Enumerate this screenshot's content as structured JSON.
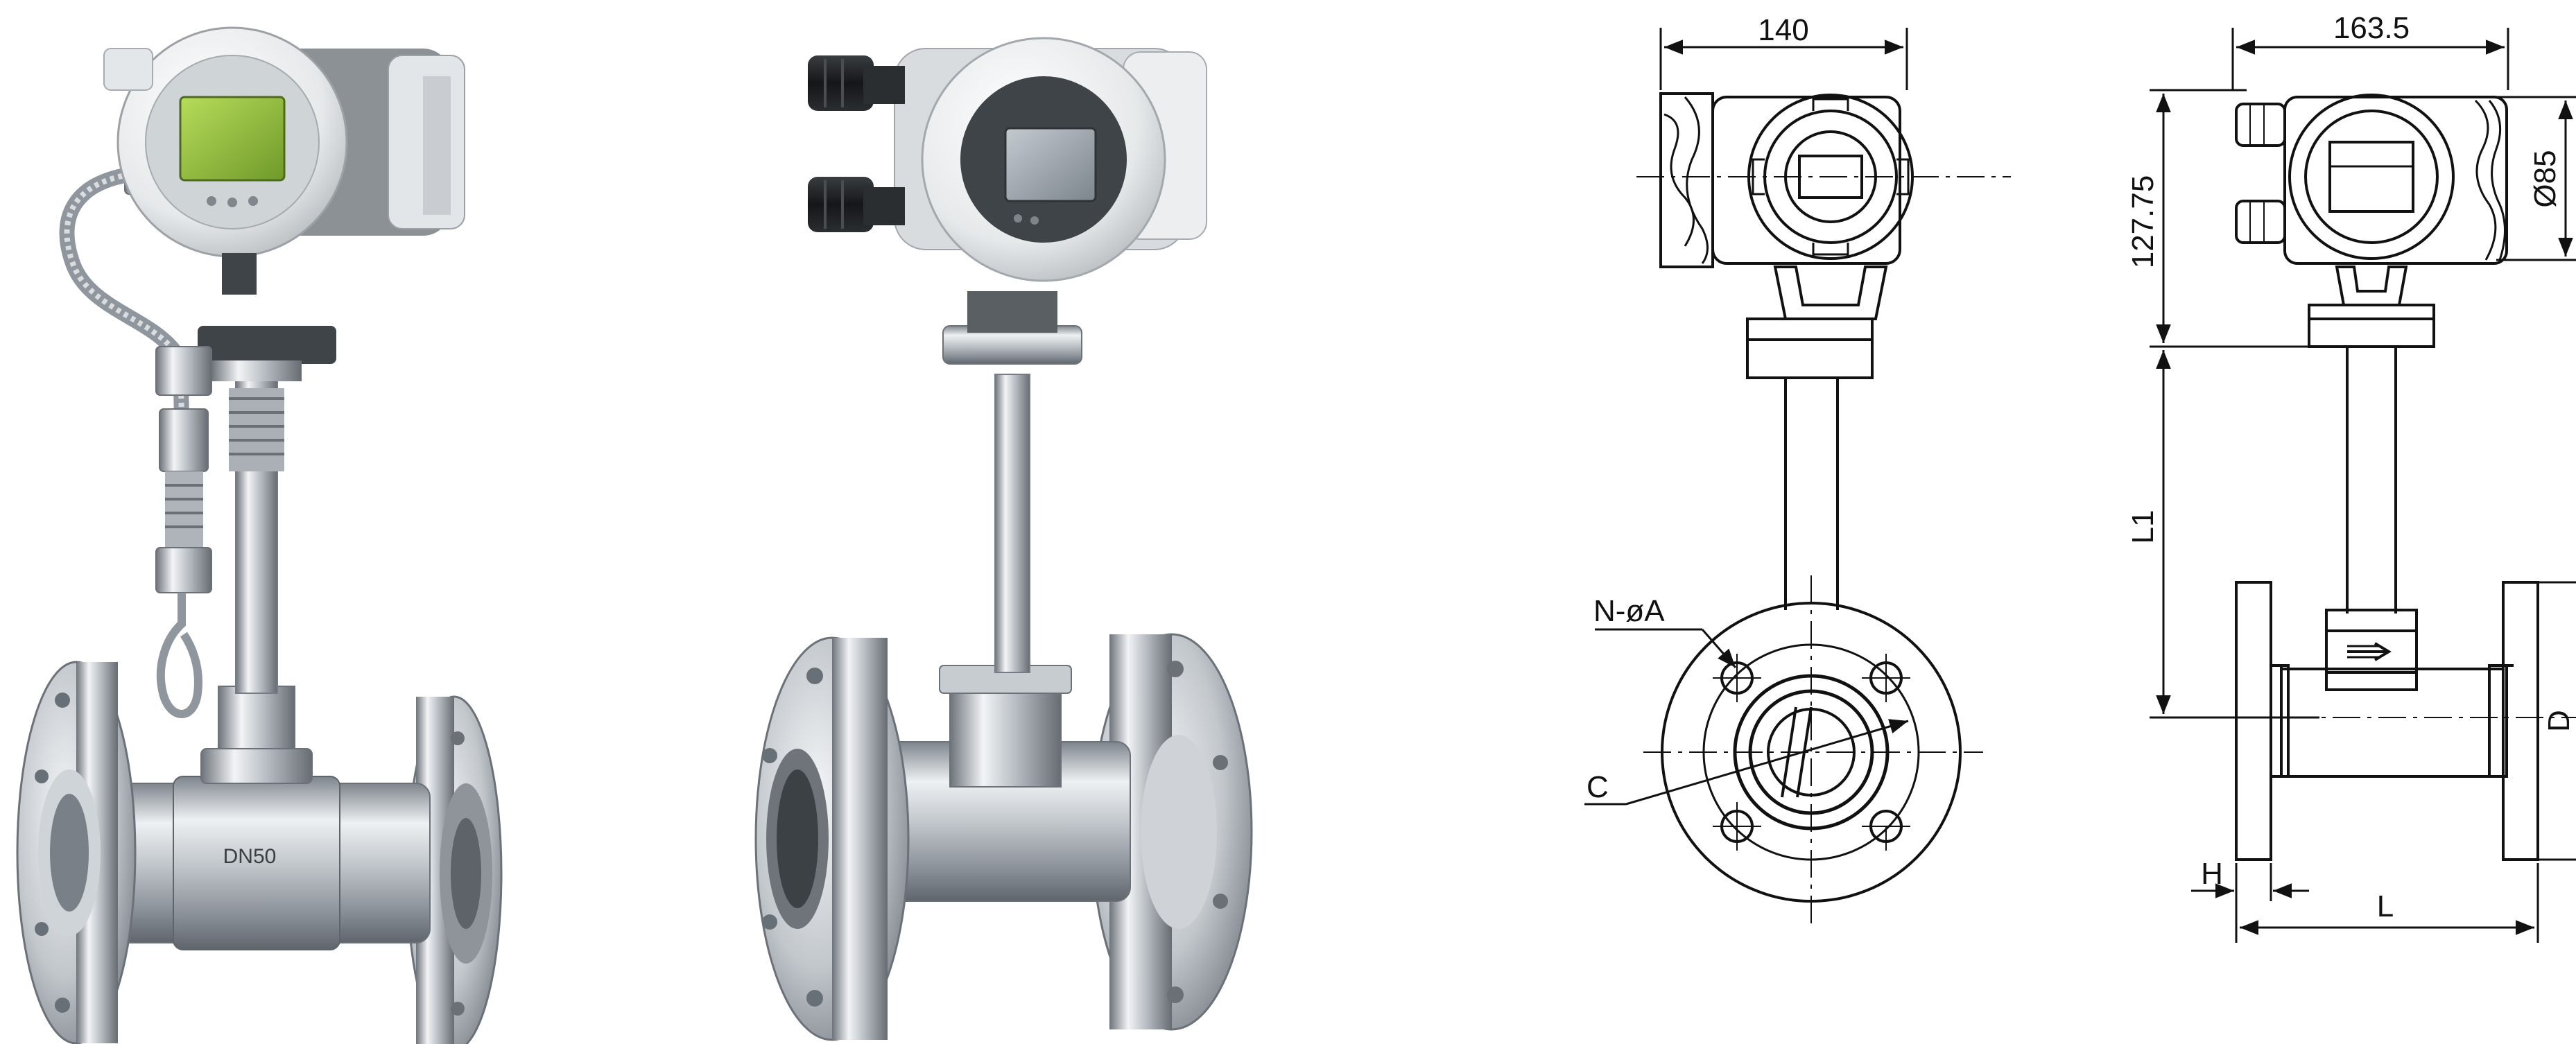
{
  "photos": {
    "meter_left": {
      "body_label": "DN50"
    }
  },
  "drawing_front": {
    "width_label": "140",
    "holes_label": "N-øA",
    "circle_label": "C"
  },
  "drawing_side": {
    "width_label": "163.5",
    "height_label": "127.75",
    "diameter_label": "Ø85",
    "stem_label": "L1",
    "length_label": "L",
    "flange_thickness_label": "H",
    "flange_diameter_label": "D"
  },
  "colors": {
    "steel_light": "#e9ecef",
    "steel_mid": "#b8bec4",
    "steel_dark": "#6f767d",
    "housing_white": "#eef0f0",
    "housing_grey": "#8c9196",
    "lcd_green": "#9cc94a",
    "lcd_grey": "#9aa3aa",
    "gland_black": "#1d1f22",
    "line": "#111111"
  }
}
